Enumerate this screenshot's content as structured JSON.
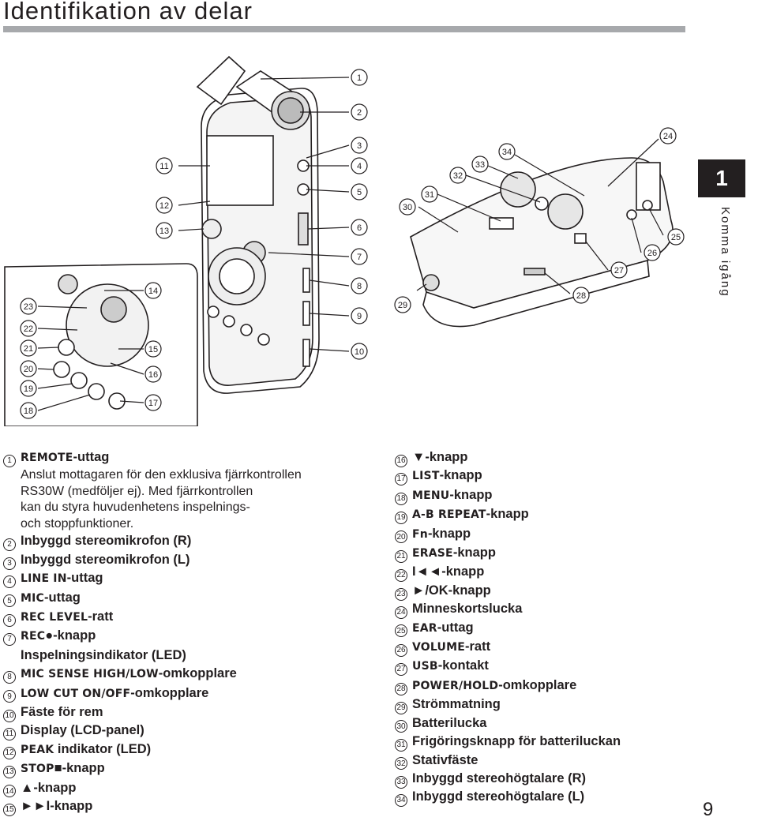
{
  "page": {
    "title": "Identifikation av delar",
    "chapter_number": "1",
    "chapter_title": "Komma igång",
    "page_number": "9"
  },
  "left_items": [
    {
      "n": "1",
      "label": "REMOTE",
      "text": "-uttag",
      "desc": [
        "Anslut mottagaren för den exklusiva fjärrkontrollen",
        "RS30W (medföljer ej). Med fjärrkontrollen",
        "kan du styra huvudenhetens inspelnings-",
        "och stoppfunktioner."
      ]
    },
    {
      "n": "2",
      "label": "",
      "text": "Inbyggd stereomikrofon (R)"
    },
    {
      "n": "3",
      "label": "",
      "text": "Inbyggd stereomikrofon (L)"
    },
    {
      "n": "4",
      "label": "LINE IN",
      "text": "-uttag"
    },
    {
      "n": "5",
      "label": "MIC",
      "text": "-uttag"
    },
    {
      "n": "6",
      "label": "REC LEVEL",
      "text": "-ratt"
    },
    {
      "n": "7",
      "label": "REC",
      "text": "●-knapp",
      "sub": "Inspelningsindikator (LED)"
    },
    {
      "n": "8",
      "label": "MIC SENSE HIGH/LOW",
      "text": "-omkopplare"
    },
    {
      "n": "9",
      "label": "LOW CUT ON/OFF",
      "text": "-omkopplare"
    },
    {
      "n": "10",
      "label": "",
      "text": "Fäste för rem"
    },
    {
      "n": "11",
      "label": "",
      "text": "Display (LCD-panel)"
    },
    {
      "n": "12",
      "label": "PEAK",
      "text": " indikator (LED)"
    },
    {
      "n": "13",
      "label": "STOP",
      "text": "■-knapp"
    },
    {
      "n": "14",
      "label": "",
      "text": "▲-knapp"
    },
    {
      "n": "15",
      "label": "",
      "text": "►►I-knapp"
    }
  ],
  "right_items": [
    {
      "n": "16",
      "label": "",
      "text": "▼-knapp"
    },
    {
      "n": "17",
      "label": "LIST",
      "text": "-knapp"
    },
    {
      "n": "18",
      "label": "MENU",
      "text": "-knapp"
    },
    {
      "n": "19",
      "label": "A-B REPEAT",
      "text": "-knapp"
    },
    {
      "n": "20",
      "label": "Fn",
      "text": "-knapp"
    },
    {
      "n": "21",
      "label": "ERASE",
      "text": "-knapp"
    },
    {
      "n": "22",
      "label": "",
      "text": "I◄◄-knapp"
    },
    {
      "n": "23",
      "label": "",
      "text": "►/OK-knapp"
    },
    {
      "n": "24",
      "label": "",
      "text": "Minneskortslucka"
    },
    {
      "n": "25",
      "label": "EAR",
      "text": "-uttag"
    },
    {
      "n": "26",
      "label": "VOLUME",
      "text": "-ratt"
    },
    {
      "n": "27",
      "label": "USB",
      "text": "-kontakt"
    },
    {
      "n": "28",
      "label": "POWER/HOLD",
      "text": "-omkopplare"
    },
    {
      "n": "29",
      "label": "",
      "text": "Strömmatning"
    },
    {
      "n": "30",
      "label": "",
      "text": "Batterilucka"
    },
    {
      "n": "31",
      "label": "",
      "text": "Frigöringsknapp för batteriluckan"
    },
    {
      "n": "32",
      "label": "",
      "text": "Stativfäste"
    },
    {
      "n": "33",
      "label": "",
      "text": "Inbyggd stereohögtalare (R)"
    },
    {
      "n": "34",
      "label": "",
      "text": "Inbyggd stereohögtalare (L)"
    }
  ],
  "callouts": {
    "front_right": [
      "1",
      "2",
      "3",
      "4",
      "5",
      "6",
      "7",
      "8",
      "9",
      "10"
    ],
    "front_left": [
      "11",
      "12",
      "13"
    ],
    "inset_left": [
      "23",
      "22",
      "21",
      "20",
      "19",
      "18"
    ],
    "inset_right": [
      "14",
      "15",
      "16",
      "17"
    ],
    "back": [
      "29",
      "30",
      "31",
      "32",
      "33",
      "34",
      "24",
      "25",
      "26",
      "27",
      "28"
    ]
  }
}
